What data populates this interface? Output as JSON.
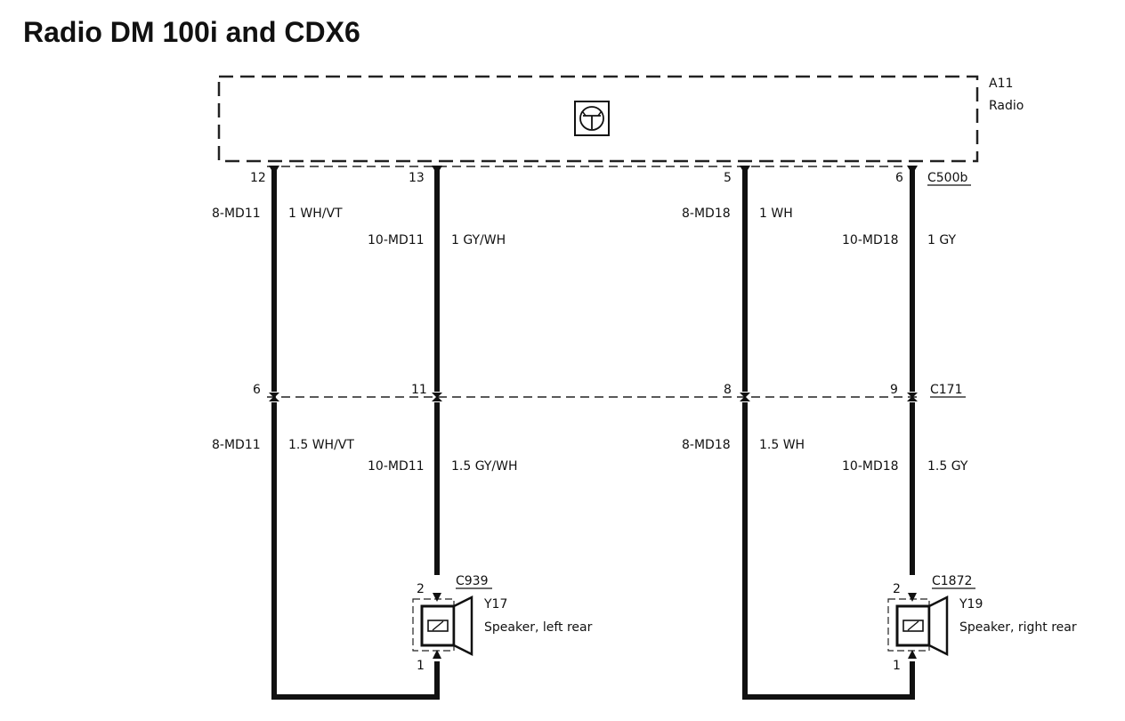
{
  "title": "Radio DM 100i and CDX6",
  "module": {
    "ref": "A11",
    "name": "Radio",
    "icon": "radio-module-icon"
  },
  "connectors": {
    "top": "C500b",
    "mid": "C171",
    "left_speaker": "C939",
    "right_speaker": "C1872"
  },
  "wires": [
    {
      "top_pin": "12",
      "mid_pin": "6",
      "upper_circuit": "8-MD11",
      "upper_color": "1 WH/VT",
      "lower_circuit": "8-MD11",
      "lower_color": "1.5 WH/VT"
    },
    {
      "top_pin": "13",
      "mid_pin": "11",
      "upper_circuit": "10-MD11",
      "upper_color": "1 GY/WH",
      "lower_circuit": "10-MD11",
      "lower_color": "1.5 GY/WH"
    },
    {
      "top_pin": "5",
      "mid_pin": "8",
      "upper_circuit": "8-MD18",
      "upper_color": "1 WH",
      "lower_circuit": "8-MD18",
      "lower_color": "1.5 WH"
    },
    {
      "top_pin": "6",
      "mid_pin": "9",
      "upper_circuit": "10-MD18",
      "upper_color": "1 GY",
      "lower_circuit": "10-MD18",
      "lower_color": "1.5 GY"
    }
  ],
  "speakers": [
    {
      "ref": "Y17",
      "name": "Speaker, left rear",
      "pin_top": "2",
      "pin_bottom": "1",
      "icon": "speaker-icon"
    },
    {
      "ref": "Y19",
      "name": "Speaker, right rear",
      "pin_top": "2",
      "pin_bottom": "1",
      "icon": "speaker-icon"
    }
  ]
}
